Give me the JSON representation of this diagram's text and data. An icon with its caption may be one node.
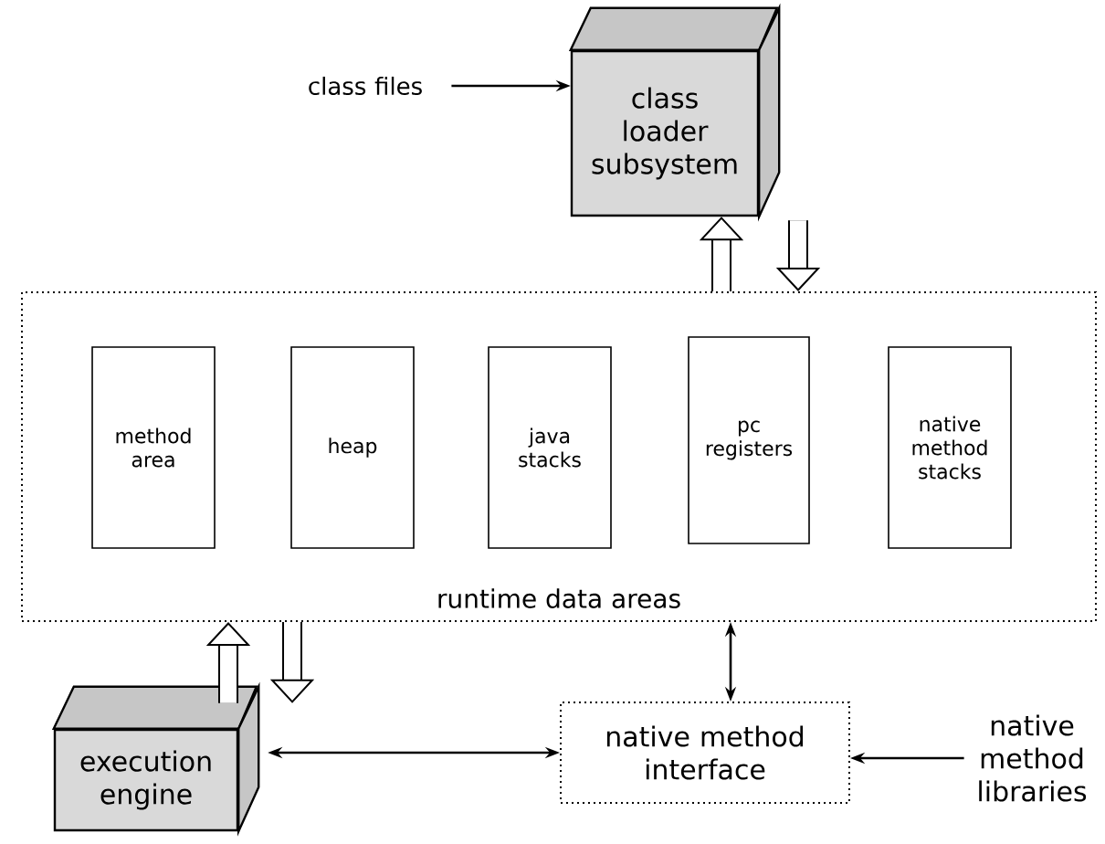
{
  "diagram": {
    "nodes": [
      {
        "text": [
          "class loader subsystem"
        ]
      },
      {
        "text": [
          "runtime data areas"
        ]
      },
      {
        "text": [
          "method area"
        ],
        "in": 1
      },
      {
        "text": [
          "heap"
        ],
        "in": 1
      },
      {
        "text": [
          "java stacks"
        ],
        "in": 1
      },
      {
        "text": [
          "pc registers"
        ],
        "in": 1
      },
      {
        "text": [
          "native method stacks"
        ],
        "in": 1
      },
      {
        "text": [
          "execution engine"
        ]
      },
      {
        "text": [
          "native method interface"
        ]
      },
      {
        "text": [
          "native method libraries"
        ]
      },
      {
        "text": [
          "class files"
        ]
      }
    ],
    "edges": [
      {
        "from": 10,
        "to": 0,
        "arrow": "to"
      },
      {
        "from": 1,
        "to": 0,
        "arrow": "to",
        "style": "thick"
      },
      {
        "from": 0,
        "to": 1,
        "arrow": "to",
        "style": "thick"
      },
      {
        "from": 7,
        "to": 1,
        "arrow": "to",
        "style": "thick"
      },
      {
        "from": 1,
        "to": 7,
        "arrow": "to",
        "style": "thick"
      },
      {
        "from": 8,
        "to": 1,
        "arrow": "both"
      },
      {
        "from": 7,
        "to": 8,
        "arrow": "both"
      },
      {
        "from": 9,
        "to": 8,
        "arrow": "to"
      }
    ]
  }
}
